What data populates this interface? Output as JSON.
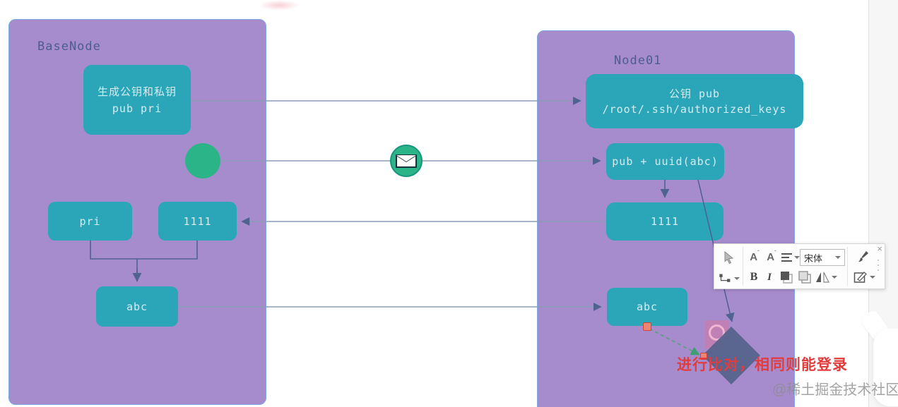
{
  "diagram": {
    "left_panel": {
      "title": "BaseNode",
      "gen_box": {
        "line1": "生成公钥和私钥",
        "line2": "pub  pri"
      },
      "pri_box": "pri",
      "num_box": "1111",
      "abc_box": "abc"
    },
    "right_panel": {
      "title": "Node01",
      "pub_box": {
        "line1": "公钥  pub",
        "line2": "/root/.ssh/authorized_keys"
      },
      "uuid_box": "pub + uuid(abc)",
      "num_box": "1111",
      "abc_box": "abc"
    },
    "annotation": "进行比对，相同则能登录",
    "colors": {
      "panel_purple": "#a78ccd",
      "node_teal": "#2aa6b8",
      "accent_green": "#2cb489",
      "diamond_slate": "#55638c",
      "annotation_red": "#e23c3c",
      "wire_blue": "#4e6390"
    }
  },
  "toolbar": {
    "font_name": "宋体",
    "font_increase": "A",
    "font_decrease": "A",
    "bold_label": "B",
    "italic_label": "I",
    "close_label": "×"
  },
  "watermark": "@稀土掘金技术社区"
}
